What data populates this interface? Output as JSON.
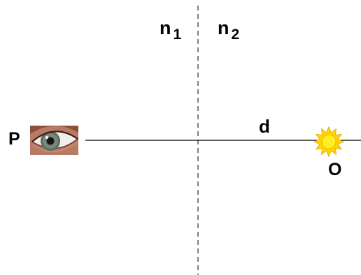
{
  "labels": {
    "n1_base": "n",
    "n1_sub": "1",
    "n2_base": "n",
    "n2_sub": "2",
    "distance": "d",
    "observer": "P",
    "object": "O"
  },
  "icons": {
    "observer": "eye-icon",
    "object": "sun-icon"
  },
  "colors": {
    "line": "#000000",
    "interface": "#000000",
    "sun_fill": "#ffee22",
    "sun_rays": "#ffd400",
    "iris": "#5a6e5e",
    "skin": "#c98a6e"
  }
}
